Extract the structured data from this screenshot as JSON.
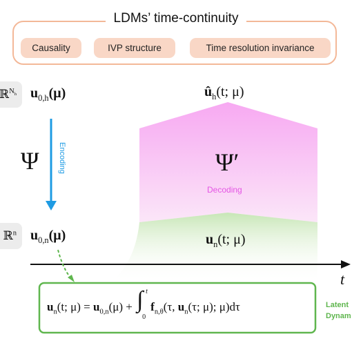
{
  "continuity": {
    "title": "LDMs’ time-continuity",
    "properties": [
      "Causality",
      "IVP structure",
      "Time resolution invariance"
    ]
  },
  "spaces": {
    "full": {
      "symbol": "ℝ",
      "exponent_base": "N",
      "exponent_sub": "h"
    },
    "latent": {
      "symbol": "ℝ",
      "exponent": "n"
    }
  },
  "full_state": {
    "symbol": "u",
    "sub": "0,h",
    "arg": "(μ)"
  },
  "latent_state": {
    "symbol": "u",
    "sub": "0,n",
    "arg": "(μ)"
  },
  "encoder": {
    "symbol": "Ψ",
    "label": "Encoding"
  },
  "decoder": {
    "symbol": "Ψ′",
    "label": "Decoding"
  },
  "reconstruction": {
    "hat": "û",
    "sub": "h",
    "arg": "(t; μ)"
  },
  "latent_trajectory": {
    "symbol": "u",
    "sub": "n",
    "arg": "(t; μ)"
  },
  "time_axis": {
    "label": "t"
  },
  "ivp": {
    "lhs_symbol": "u",
    "lhs_sub": "n",
    "lhs_arg": "(t; μ) = ",
    "ic_symbol": "u",
    "ic_sub": "0,n",
    "ic_arg": "(μ) + ",
    "int_lower": "0",
    "int_upper": "t",
    "f_symbol": "f",
    "f_sub": "n,θ",
    "f_arg_open": "(τ, ",
    "inner_symbol": "u",
    "inner_sub": "n",
    "inner_arg": "(τ; μ); μ)dτ",
    "side_label_1": "Latent",
    "side_label_2": "Dynam"
  },
  "colors": {
    "box_border": "#f3b898",
    "pill": "#f9d7c6",
    "encoding": "#1e9be3",
    "decoding": "#e455e4",
    "latent": "#5fb64e",
    "decoder_fill": "#f7b6f1",
    "latent_fill": "#d3ecc6"
  }
}
